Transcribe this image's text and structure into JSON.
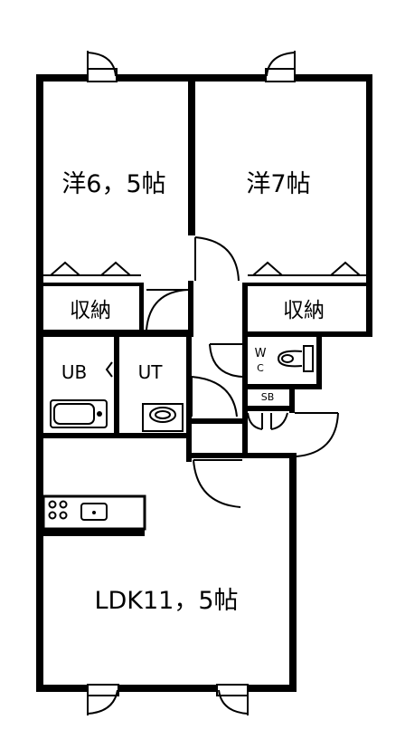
{
  "floor_plan": {
    "rooms": {
      "western_a": "洋6，5帖",
      "western_b": "洋7帖",
      "storage_a": "収納",
      "storage_b": "収納",
      "bath": "UB",
      "utility": "UT",
      "toilet_w": "W",
      "toilet_c": "C",
      "shoe_box": "SB",
      "ldk": "LDK11，5帖"
    }
  }
}
